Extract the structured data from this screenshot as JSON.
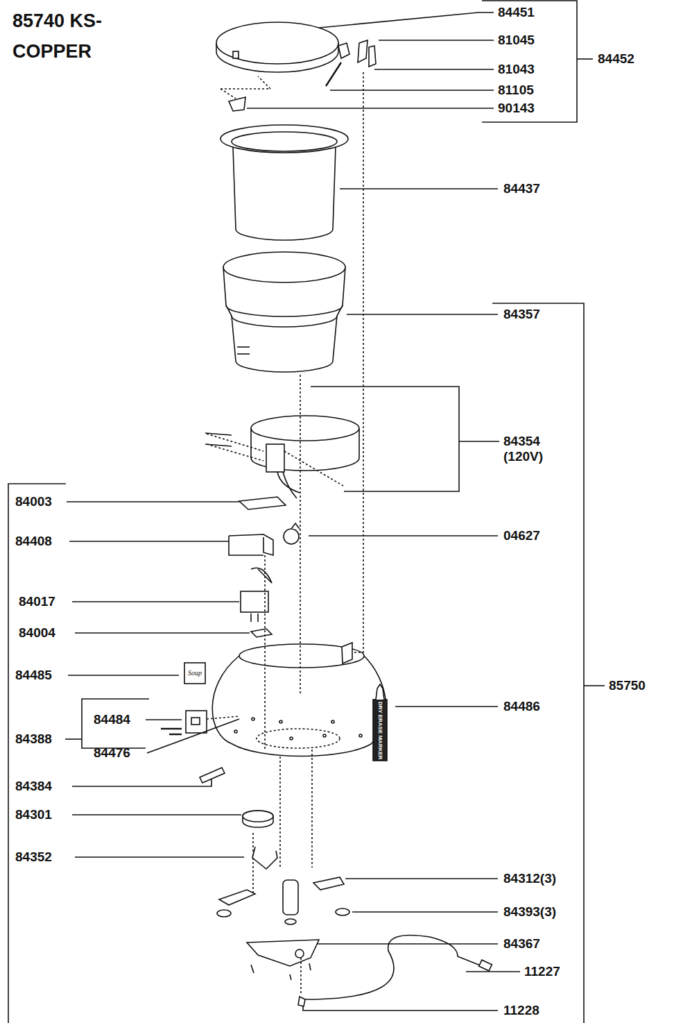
{
  "diagram": {
    "title": "85740 KS-COPPER",
    "labels": [
      "84451",
      "81045",
      "84452",
      "81043",
      "81105",
      "90143",
      "84437",
      "84357",
      "84354 (120V)",
      "84003",
      "04627",
      "84408",
      "84017",
      "84004",
      "84485",
      "Soup",
      "85750",
      "84486",
      "DRY ERASE MARKER",
      "84484",
      "84388",
      "84476",
      "84384",
      "84301",
      "84352",
      "84312(3)",
      "84393(3)",
      "84367",
      "11227",
      "11228"
    ]
  }
}
